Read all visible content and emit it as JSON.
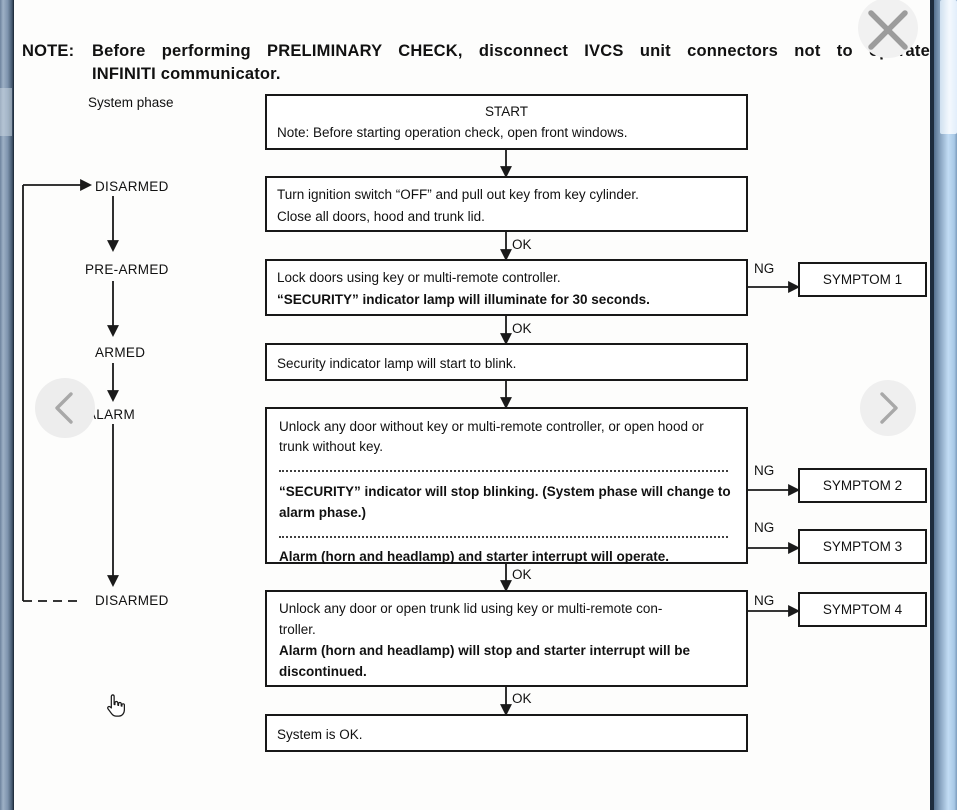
{
  "note": {
    "label": "NOTE:",
    "line1": "Before performing PRELIMINARY CHECK, disconnect IVCS unit connectors not to operate",
    "line2": "INFINITI communicator."
  },
  "phase_column": {
    "header": "System phase",
    "phases": [
      "DISARMED",
      "PRE-ARMED",
      "ARMED",
      "ALARM",
      "DISARMED"
    ]
  },
  "labels": {
    "ok": "OK",
    "ng": "NG"
  },
  "flow": {
    "start": {
      "title": "START",
      "note": "Note: Before starting operation check, open front windows."
    },
    "ignition": {
      "line1": "Turn ignition switch “OFF” and pull out key from key cylinder.",
      "line2": "Close all doors, hood and trunk lid."
    },
    "lock": {
      "normal": "Lock doors using key or multi-remote controller.",
      "bold": "“SECURITY” indicator lamp will illuminate for 30 seconds."
    },
    "blink": {
      "normal": "Security indicator lamp will start to blink."
    },
    "alarm_test": {
      "normal": "Unlock any door without key or multi-remote controller, or open hood or trunk without key.",
      "bold1": "“SECURITY” indicator will stop blinking. (System phase will change to alarm phase.)",
      "bold2": "Alarm (horn and headlamp) and starter interrupt will operate."
    },
    "disarm_test": {
      "normal1": "Unlock any door or open trunk lid using key or multi-remote con-",
      "normal2": "troller.",
      "bold": "Alarm (horn and headlamp) will stop and starter interrupt will be discontinued."
    },
    "system_ok": {
      "normal": "System is OK."
    },
    "symptoms": [
      "SYMPTOM 1",
      "SYMPTOM 2",
      "SYMPTOM 3",
      "SYMPTOM 4"
    ]
  },
  "icons": {
    "close": "x-mark",
    "previous": "chevron-left",
    "next": "chevron-right",
    "pointer": "hand-cursor"
  },
  "colors": {
    "edge_navy": "#1d2c3d",
    "edge_slate": "#7e94ae",
    "scrollbar_blue": "#c2dcf4",
    "button_circle": "#efefef",
    "button_glyph": "#9e9e9e",
    "ink": "#111111"
  }
}
